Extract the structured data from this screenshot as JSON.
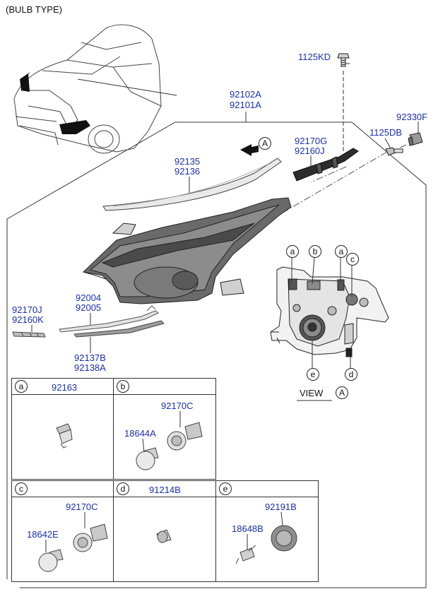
{
  "header": {
    "title": "(BULB TYPE)"
  },
  "colors": {
    "part_number": "#1b2fb0",
    "line": "#333333",
    "part_fill": "#d8d8d8"
  },
  "callouts": {
    "bolt": "1125KD",
    "headlamp_assy": [
      "92102A",
      "92101A"
    ],
    "connector": "92330F",
    "screw": "1125DB",
    "bracket_top": [
      "92170G",
      "92160J"
    ],
    "drl_lens": [
      "92135",
      "92136"
    ],
    "side_bracket": [
      "92170J",
      "92160K"
    ],
    "garnish": [
      "92004",
      "92005"
    ],
    "trim_strip": [
      "92137B",
      "92138A"
    ]
  },
  "view_a": {
    "label": "VIEW",
    "letter": "A",
    "arrow_letter": "A",
    "markers": [
      "a",
      "b",
      "a",
      "c",
      "e",
      "d"
    ]
  },
  "parts_table": [
    {
      "key": "a",
      "parts": [
        "92163"
      ]
    },
    {
      "key": "b",
      "parts": [
        "92170C",
        "18644A"
      ]
    },
    {
      "key": "c",
      "parts": [
        "92170C",
        "18642E"
      ]
    },
    {
      "key": "d",
      "parts": [
        "91214B"
      ]
    },
    {
      "key": "e",
      "parts": [
        "92191B",
        "18648B"
      ]
    }
  ]
}
